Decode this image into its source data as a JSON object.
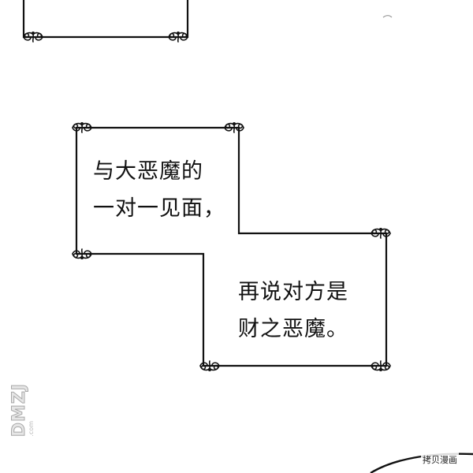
{
  "captions": {
    "first": {
      "line1": "与大恶魔的",
      "line2": "一对一见面，"
    },
    "second": {
      "line1": "再说对方是",
      "line2": "财之恶魔。"
    }
  },
  "watermark": {
    "brand": "DMZJ",
    "domain": ".com"
  },
  "corner_tag": "拷贝漫画",
  "colors": {
    "line": "#111111",
    "background": "#ffffff"
  }
}
